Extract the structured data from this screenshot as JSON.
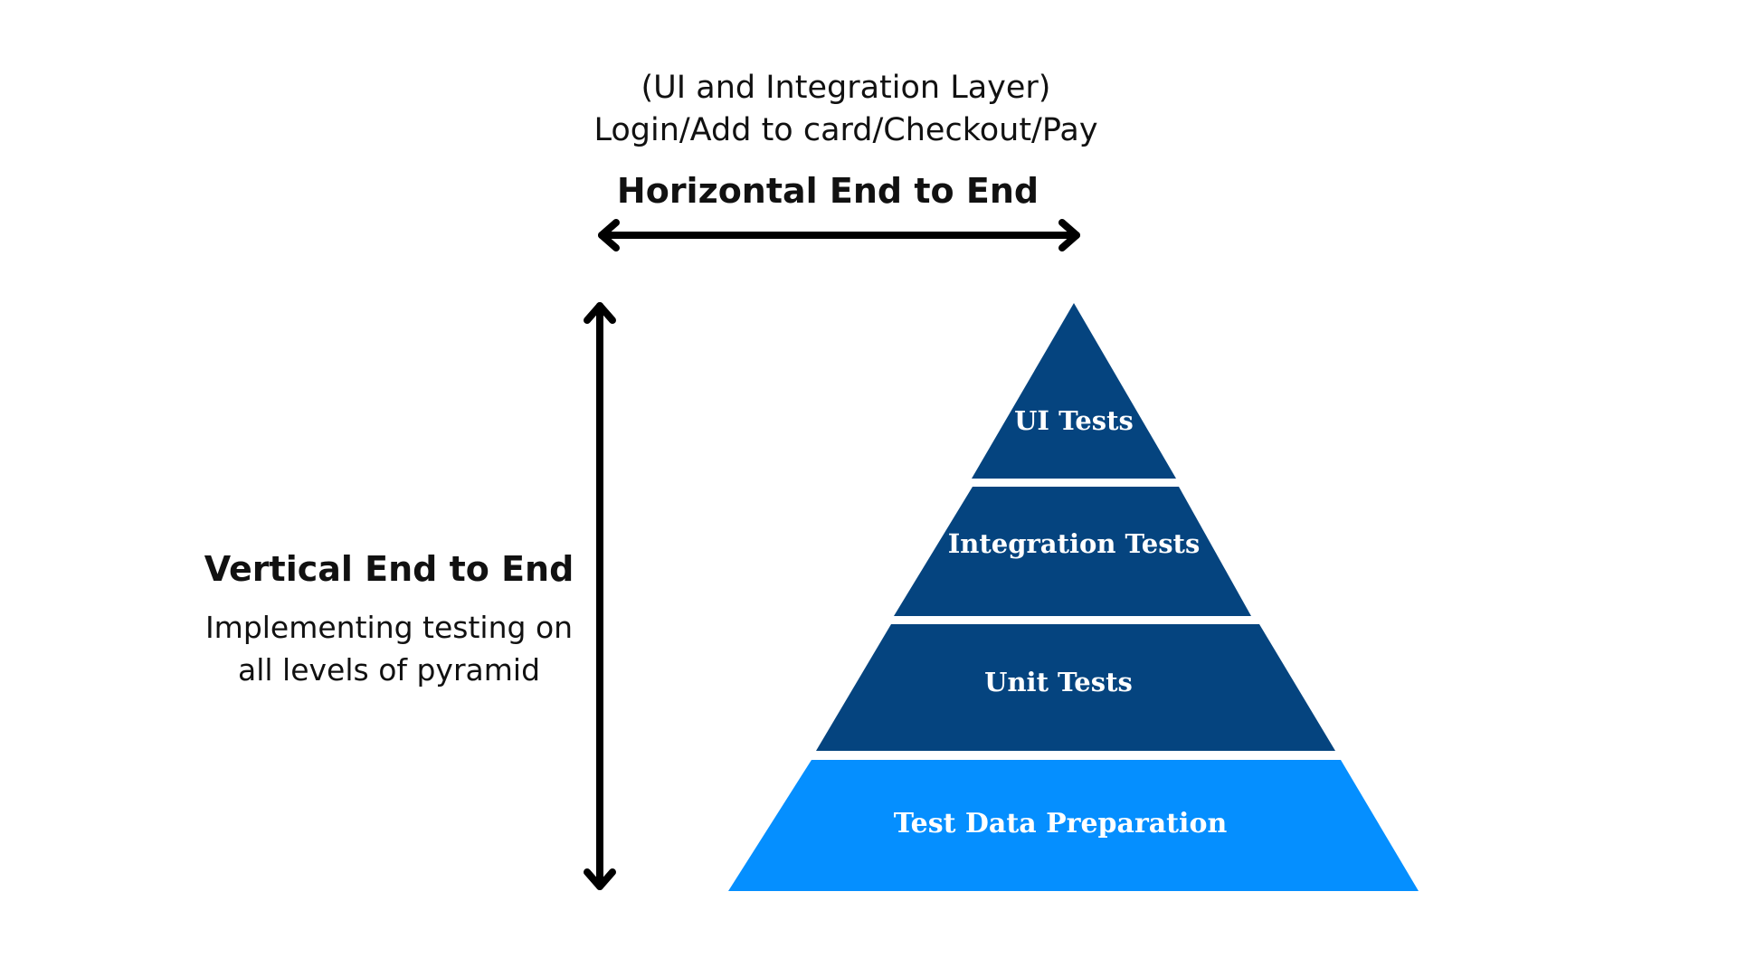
{
  "header": {
    "layer_label": "(UI and Integration Layer)",
    "flow_label": "Login/Add to card/Checkout/Pay",
    "horizontal_title": "Horizontal End to End"
  },
  "side": {
    "vertical_title": "Vertical End to End",
    "description_line_1": "Implementing testing on",
    "description_line_2": "all levels of pyramid"
  },
  "pyramid": {
    "tiers": [
      {
        "label": "UI Tests",
        "color": "#05447f"
      },
      {
        "label": "Integration Tests",
        "color": "#05447f"
      },
      {
        "label": "Unit Tests",
        "color": "#05447f"
      },
      {
        "label": "Test Data Preparation",
        "color": "#058fff"
      }
    ]
  },
  "colors": {
    "text": "#111111",
    "arrow": "#000000",
    "background": "#ffffff"
  }
}
